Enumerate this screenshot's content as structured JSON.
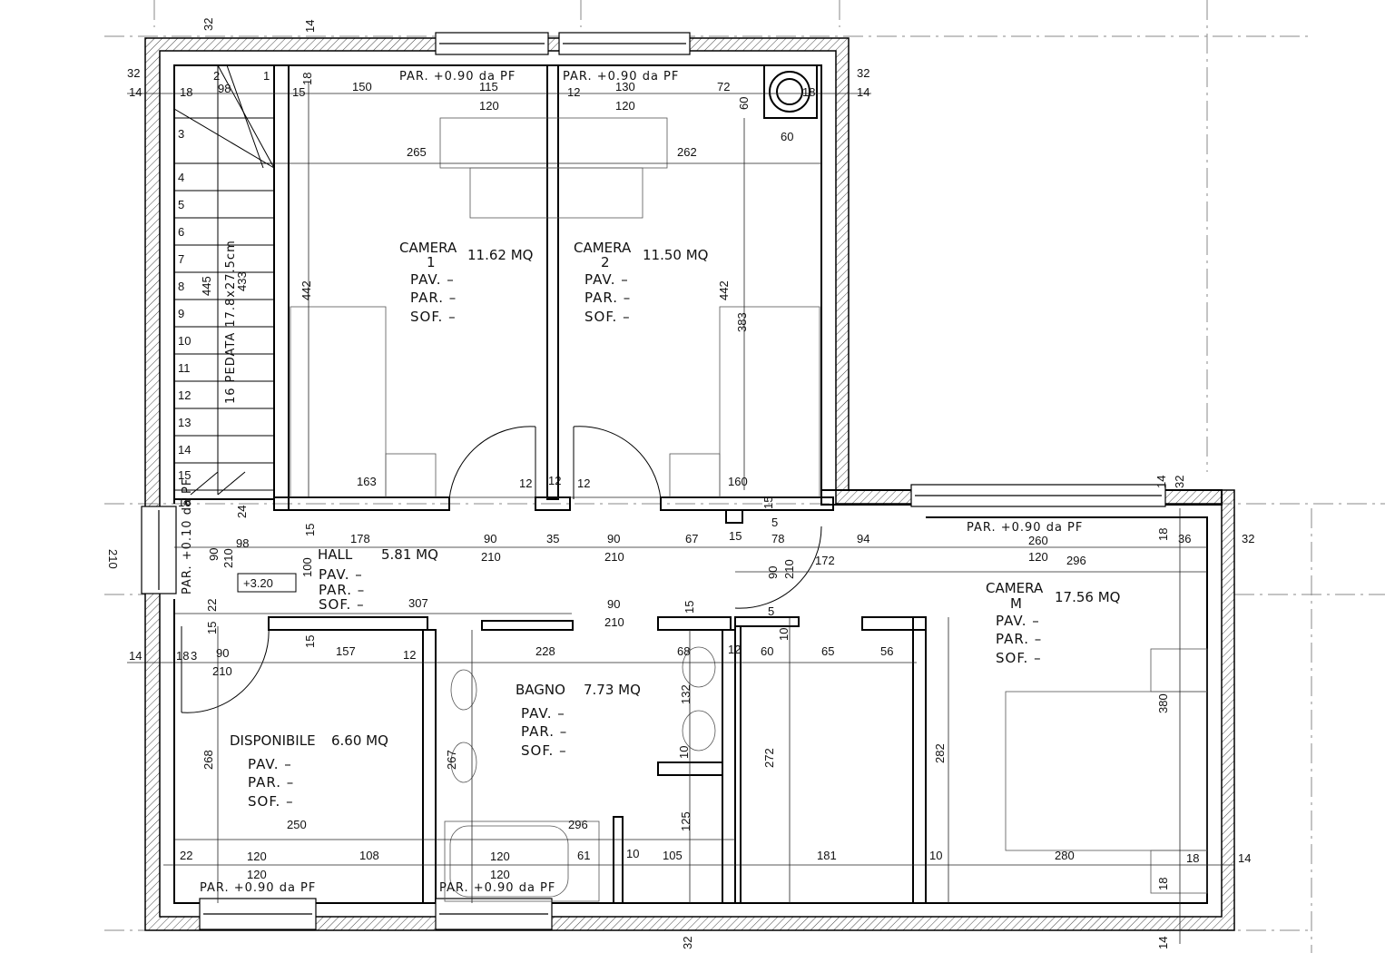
{
  "rooms": {
    "camera1": {
      "name": "CAMERA",
      "sub": "1",
      "area": "11.62  MQ",
      "pav": "PAV.   –",
      "par": "PAR.   –",
      "sof": "SOF.   –"
    },
    "camera2": {
      "name": "CAMERA",
      "sub": "2",
      "area": "11.50  MQ",
      "pav": "PAV.   –",
      "par": "PAR.   –",
      "sof": "SOF.   –"
    },
    "hall": {
      "name": "HALL",
      "area": "5.81  MQ",
      "pav": "PAV.   –",
      "par": "PAR.   –",
      "sof": "SOF.   –",
      "sof_dim": "307"
    },
    "bagno": {
      "name": "BAGNO",
      "area": "7.73  MQ",
      "pav": "PAV.   –",
      "par": "PAR.   –",
      "sof": "SOF.   –"
    },
    "disponibile": {
      "name": "DISPONIBILE",
      "area": "6.60  MQ",
      "pav": "PAV.   –",
      "par": "PAR.   –",
      "sof": "SOF.   –"
    },
    "cameraM": {
      "name": "CAMERA",
      "sub": "M",
      "area": "17.56  MQ",
      "pav": "PAV.   –",
      "par": "PAR.   –",
      "sof": "SOF.   –"
    }
  },
  "notes": {
    "par_top_left": "PAR.  +0.90  da  PF",
    "par_top_right": "PAR.  +0.90  da  PF",
    "par_right": "PAR.  +0.90  da  PF",
    "par_bottom_left": "PAR.  +0.90  da  PF",
    "par_bottom_mid": "PAR.  +0.90  da  PF",
    "par_side": "PAR.  +0.10  da  PF",
    "level": "+3.20",
    "stair": "16  PEDATA  17.8x27.5cm",
    "stair_left": "210"
  },
  "dims": {
    "d32a": "32",
    "d14a": "14",
    "d32b": "32",
    "d14b": "14",
    "d18a": "18",
    "d98a": "98",
    "d2": "2",
    "d1": "1",
    "d15a": "15",
    "d18b": "18",
    "d150": "150",
    "d115": "115",
    "d120a": "120",
    "d12a": "12",
    "d130": "130",
    "d120b": "120",
    "d72": "72",
    "d60a": "60",
    "d18c": "18",
    "d32c": "32",
    "d14c": "14",
    "d60b": "60",
    "d265": "265",
    "d262": "262",
    "d442a": "442",
    "d442b": "442",
    "d383": "383",
    "d445": "445",
    "d433": "433",
    "d163": "163",
    "d12b": "12",
    "d12c": "12",
    "d12d": "12",
    "d160": "160",
    "d15b": "15",
    "d14d": "14",
    "d32d": "32",
    "d24": "24",
    "d178": "178",
    "d90a": "90",
    "d210a": "210",
    "d35": "35",
    "d90b": "90",
    "d210b": "210",
    "d67": "67",
    "d15c": "15",
    "d78": "78",
    "d94": "94",
    "d260": "260",
    "d120c": "120",
    "d296a": "296",
    "d18d": "18",
    "d36": "36",
    "d32e": "32",
    "d5a": "5",
    "d98b": "98",
    "d90c": "90",
    "d210c": "210",
    "d100": "100",
    "d90d": "90",
    "d210d": "210",
    "d172": "172",
    "d15d": "15",
    "d90e": "90",
    "d210e": "210",
    "d15e": "15",
    "d5b": "5",
    "d15f": "15",
    "d22a": "22",
    "d15g": "15",
    "d157": "157",
    "d12e": "12",
    "d228": "228",
    "d68": "68",
    "d12f": "12",
    "d60c": "60",
    "d65": "65",
    "d56": "56",
    "d10a": "10",
    "d14e": "14",
    "d18e": "18",
    "d3": "3",
    "d90f": "90",
    "d210f": "210",
    "d132": "132",
    "d268": "268",
    "d267": "267",
    "d10b": "10",
    "d272": "272",
    "d282": "282",
    "d380": "380",
    "d250": "250",
    "d296b": "296",
    "d125": "125",
    "d22b": "22",
    "d120d": "120",
    "d120e": "120",
    "d108": "108",
    "d120f": "120",
    "d120g": "120",
    "d61": "61",
    "d10c": "10",
    "d105": "105",
    "d181": "181",
    "d10d": "10",
    "d280": "280",
    "d18f": "18",
    "d14f": "14",
    "d18g": "18",
    "d32f": "32",
    "d14g": "14"
  },
  "stair_steps": [
    "3",
    "4",
    "5",
    "6",
    "7",
    "8",
    "9",
    "10",
    "11",
    "12",
    "13",
    "14",
    "15",
    "16"
  ]
}
